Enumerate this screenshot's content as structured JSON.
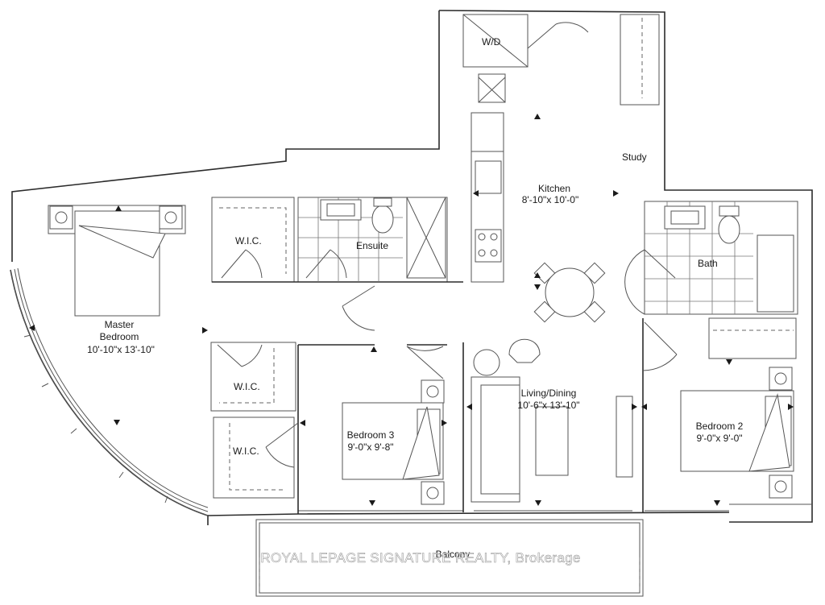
{
  "rooms": {
    "wd": "W/D",
    "kitchen_name": "Kitchen",
    "kitchen_size": "8'-10\"x 10'-0\"",
    "study": "Study",
    "ensuite": "Ensuite",
    "bath": "Bath",
    "wic_master": "W.I.C.",
    "wic_two": "W.I.C.",
    "wic_three": "W.I.C.",
    "master_line1": "Master",
    "master_line2": "Bedroom",
    "master_size": "10'-10\"x 13'-10\"",
    "bed3_name": "Bedroom 3",
    "bed3_size": "9'-0\"x 9'-8\"",
    "living_name": "Living/Dining",
    "living_size": "10'-6\"x 13'-10\"",
    "bed2_name": "Bedroom 2",
    "bed2_size": "9'-0\"x 9'-0\"",
    "balcony": "Balcony"
  },
  "watermark": "ROYAL LEPAGE SIGNATURE REALTY, Brokerage",
  "colors": {
    "line": "#2b2b2b",
    "background": "#ffffff"
  }
}
